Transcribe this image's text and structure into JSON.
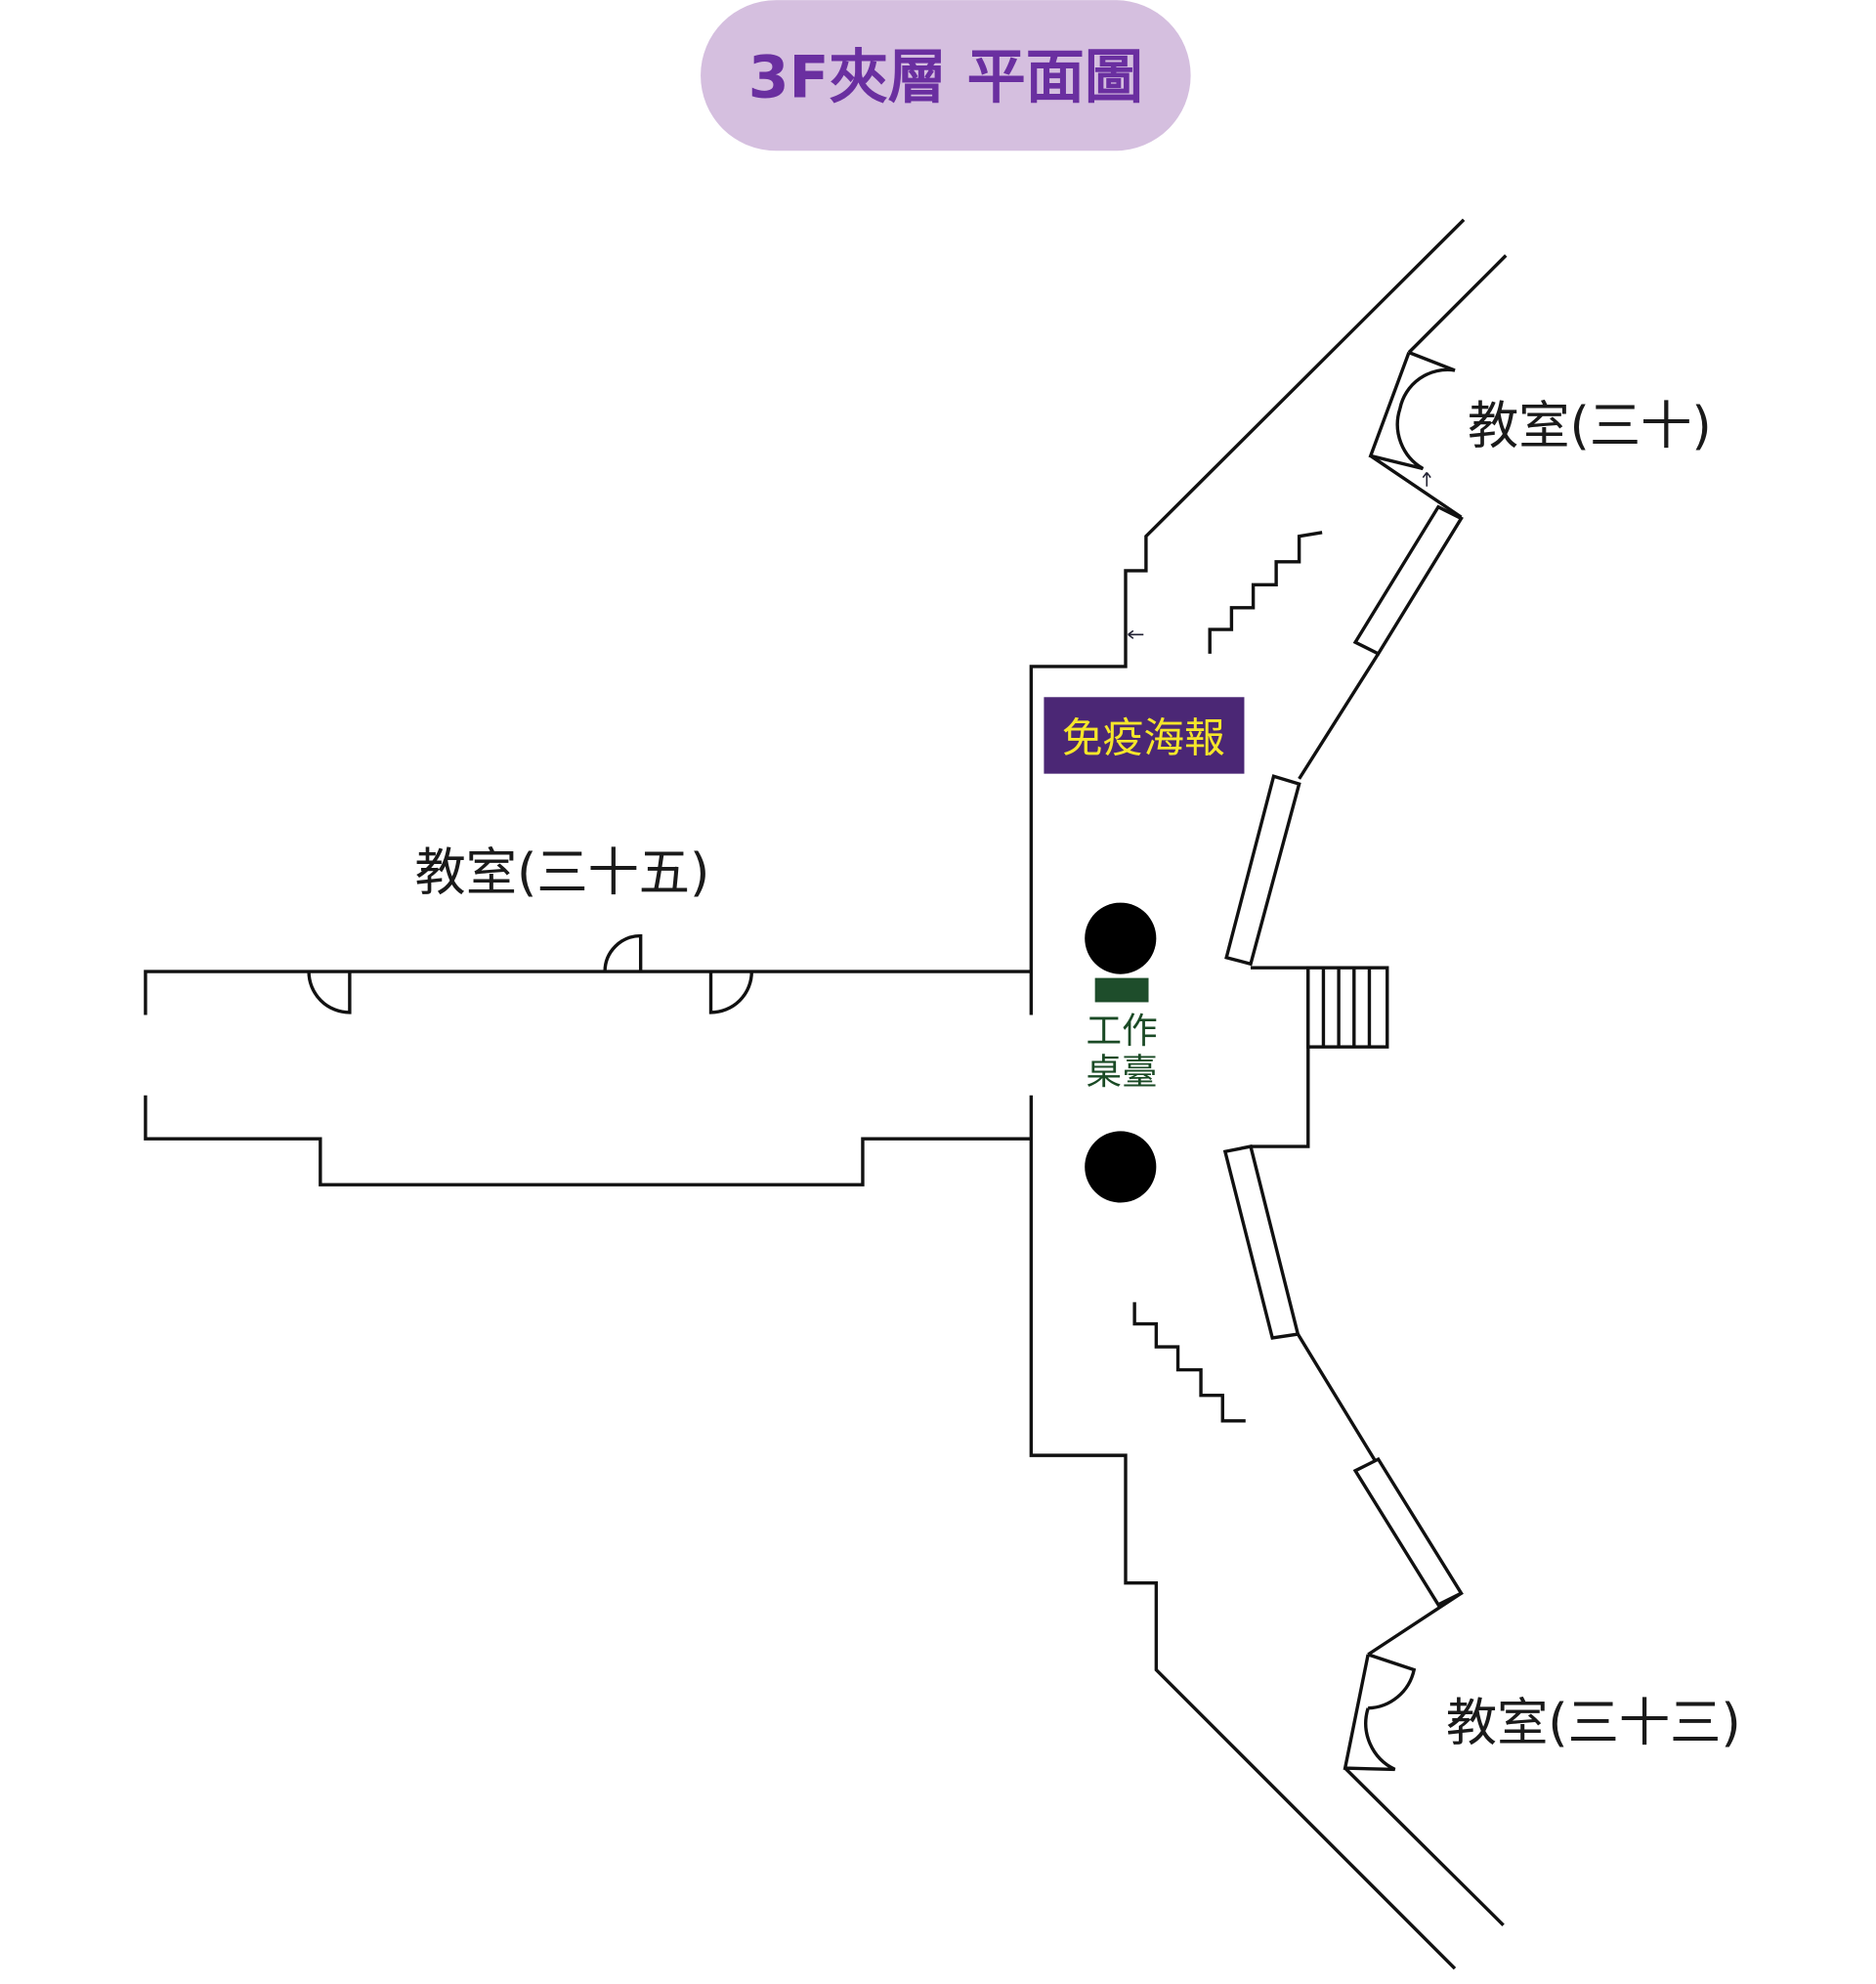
{
  "title": "3F夾層 平面圖",
  "rooms": {
    "room_30": "教室(三十)",
    "room_35": "教室(三十五)",
    "room_33": "教室(三十三)"
  },
  "poster": "免疫海報",
  "desk": {
    "line1": "工作",
    "line2": "桌臺"
  },
  "colors": {
    "title_bg": "#d5bfdf",
    "title_text": "#6a2fa0",
    "poster_bg": "#4b2775",
    "poster_text": "#f5e62a",
    "desk": "#1e4d2b"
  }
}
